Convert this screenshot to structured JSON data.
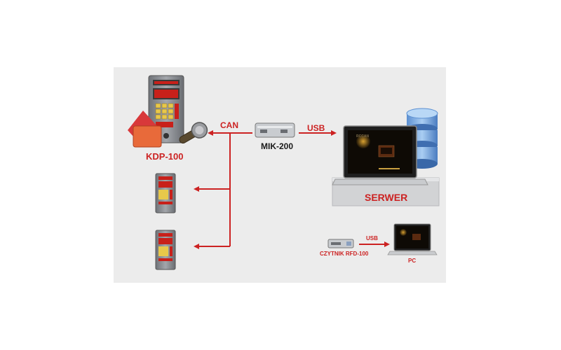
{
  "diagram": {
    "labels": {
      "kdp": "KDP-100",
      "can": "CAN",
      "mik": "MIK-200",
      "usb_main": "USB",
      "serwer": "SERWER",
      "reader": "CZYTNIK RFD-100",
      "usb_small": "USB",
      "pc": "PC",
      "screen_text": "RCCAN"
    },
    "colors": {
      "connector": "#cc2222",
      "background": "#ececec",
      "device_body": "#8a8d93",
      "display": "#c8201a",
      "keypad": "#e8c84a"
    },
    "icons": [
      "controller-device-icon",
      "rfid-card-icon",
      "key-fob-icon",
      "usb-converter-icon",
      "laptop-icon",
      "database-icon",
      "card-reader-icon"
    ]
  }
}
